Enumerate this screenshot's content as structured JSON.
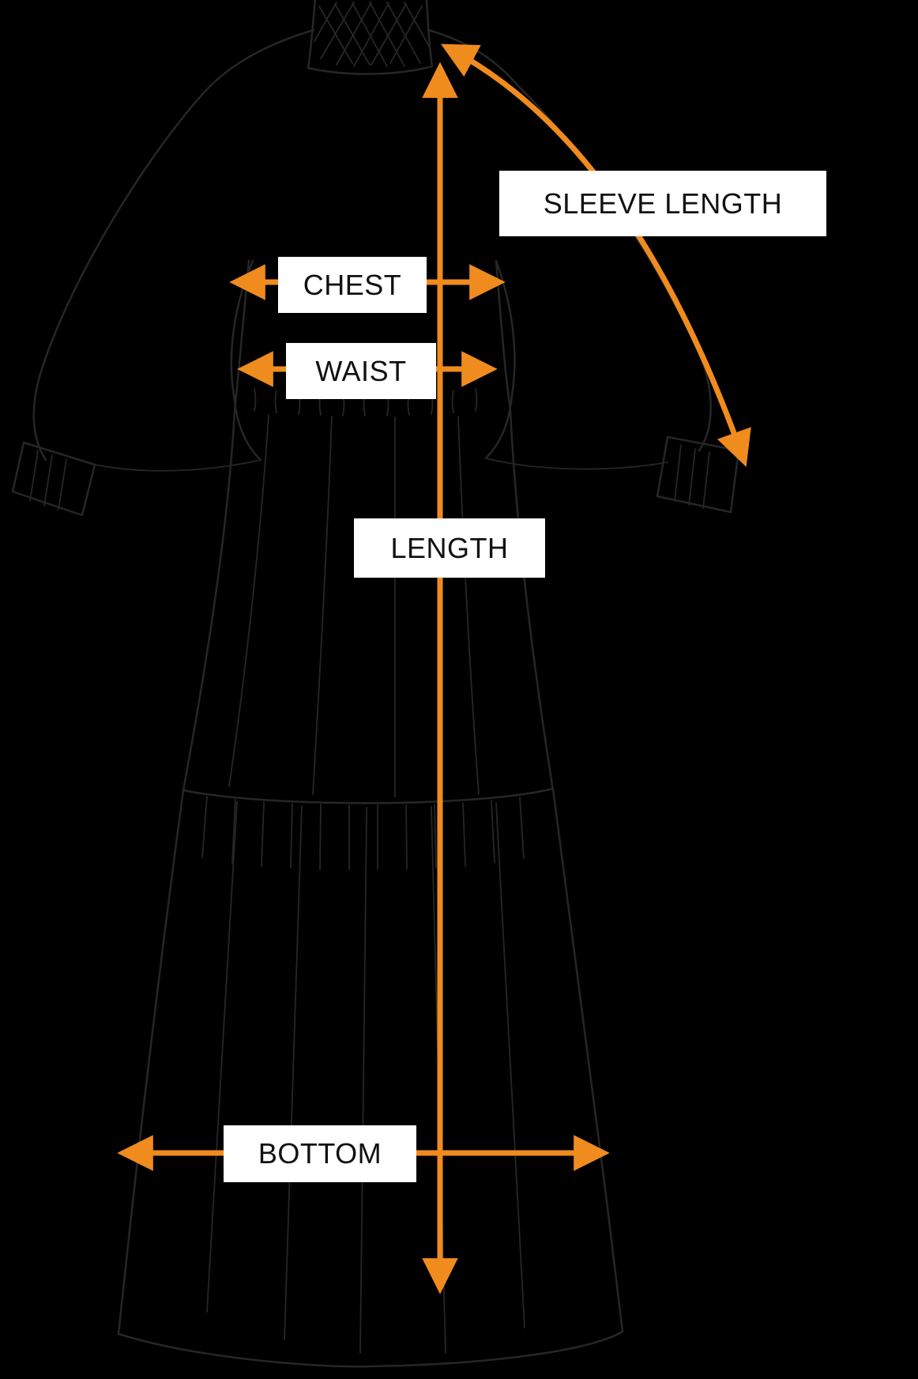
{
  "colors": {
    "background": "#000000",
    "arrow": "#F08B1E",
    "label_bg": "#FFFFFF",
    "label_text": "#111111",
    "outline": "#262626"
  },
  "labels": {
    "sleeve_length": "SLEEVE LENGTH",
    "chest": "CHEST",
    "waist": "WAIST",
    "length": "LENGTH",
    "bottom": "BOTTOM"
  }
}
